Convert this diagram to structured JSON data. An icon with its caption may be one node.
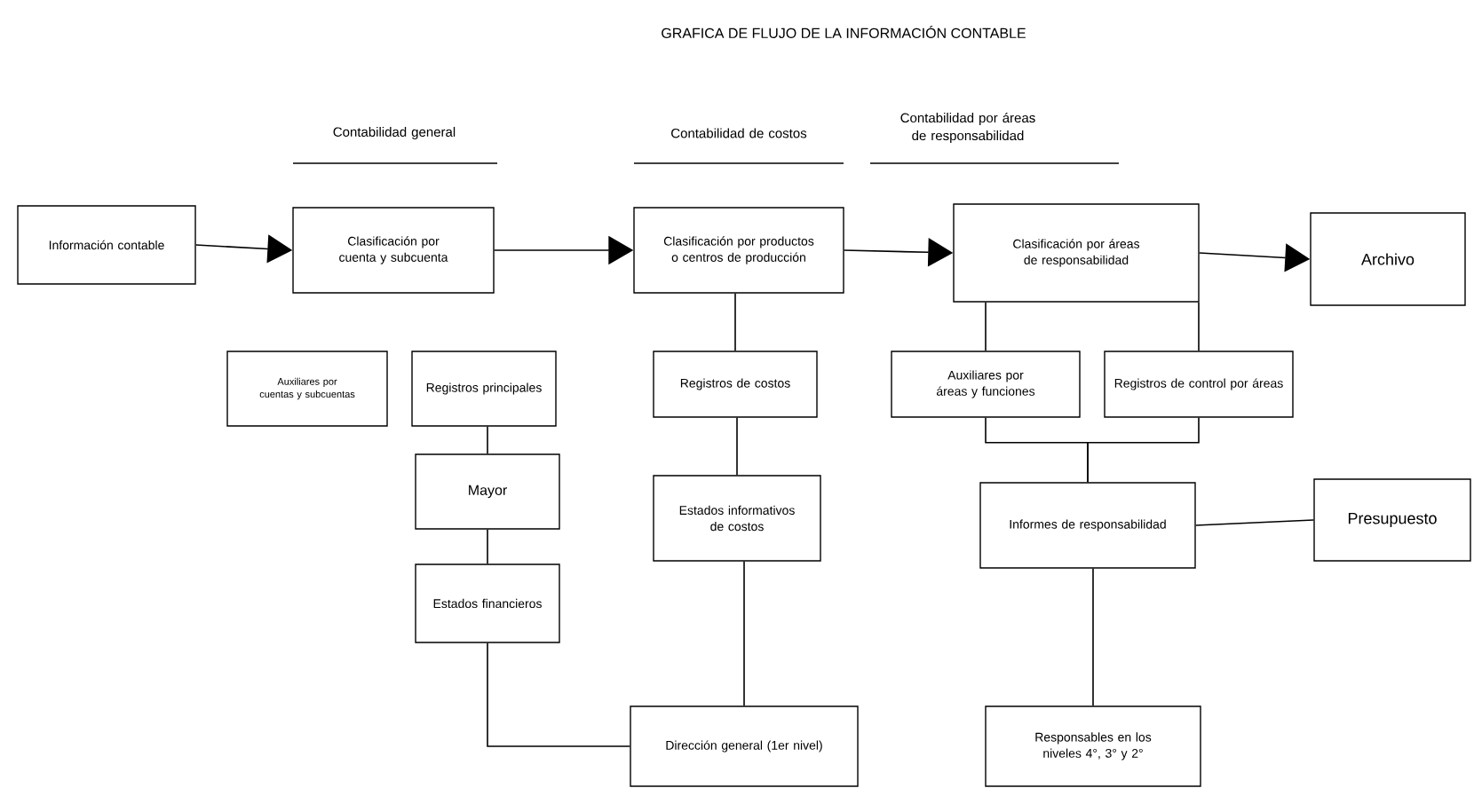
{
  "diagram": {
    "title": "GRAFICA DE FLUJO DE LA INFORMACIÓN CONTABLE",
    "nodes": [
      {
        "text": [
          "Información contable"
        ]
      },
      {
        "text": [
          "Clasificación por cuenta y subcuenta"
        ]
      },
      {
        "text": [
          "Clasificación por productos o centros de producción"
        ]
      },
      {
        "text": [
          "Clasificación por áreas de responsabilidad"
        ]
      },
      {
        "text": [
          "Archivo"
        ]
      },
      {
        "text": [
          "Auxiliares por cuentas y subcuentas"
        ]
      },
      {
        "text": [
          "Registros principales"
        ]
      },
      {
        "text": [
          "Registros de costos"
        ]
      },
      {
        "text": [
          "Auxiliares por áreas y funciones"
        ]
      },
      {
        "text": [
          "Registros de control por áreas"
        ]
      },
      {
        "text": [
          "Mayor"
        ]
      },
      {
        "text": [
          "Estados informativos de costos"
        ]
      },
      {
        "text": [
          "Informes de responsabilidad"
        ]
      },
      {
        "text": [
          "Presupuesto"
        ]
      },
      {
        "text": [
          "Estados financieros"
        ]
      },
      {
        "text": [
          "Dirección general (1er nivel)"
        ]
      },
      {
        "text": [
          "Responsables en los niveles 4°, 3° y 2°"
        ]
      }
    ],
    "edges": [
      {
        "from": 0,
        "to": 1,
        "arrow": "to"
      },
      {
        "from": 1,
        "to": 2,
        "arrow": "to"
      },
      {
        "from": 2,
        "to": 3,
        "arrow": "to"
      },
      {
        "from": 3,
        "to": 4,
        "arrow": "to"
      },
      {
        "from": 2,
        "to": 7,
        "arrow": "none"
      },
      {
        "from": 7,
        "to": 11,
        "arrow": "none"
      },
      {
        "from": 11,
        "to": 15,
        "arrow": "none"
      },
      {
        "from": 6,
        "to": 10,
        "arrow": "none"
      },
      {
        "from": 10,
        "to": 14,
        "arrow": "none"
      },
      {
        "from": 14,
        "to": 15,
        "arrow": "none"
      },
      {
        "from": 3,
        "to": 8,
        "arrow": "none"
      },
      {
        "from": 3,
        "to": 9,
        "arrow": "none"
      },
      {
        "from": 8,
        "to": 12,
        "arrow": "none"
      },
      {
        "from": 9,
        "to": 12,
        "arrow": "none"
      },
      {
        "from": 12,
        "to": 13,
        "arrow": "none"
      },
      {
        "from": 12,
        "to": 16,
        "arrow": "none"
      }
    ],
    "labels": [
      "Contabilidad general",
      "Contabilidad de costos",
      "Contabilidad por áreas de responsabilidad"
    ]
  }
}
